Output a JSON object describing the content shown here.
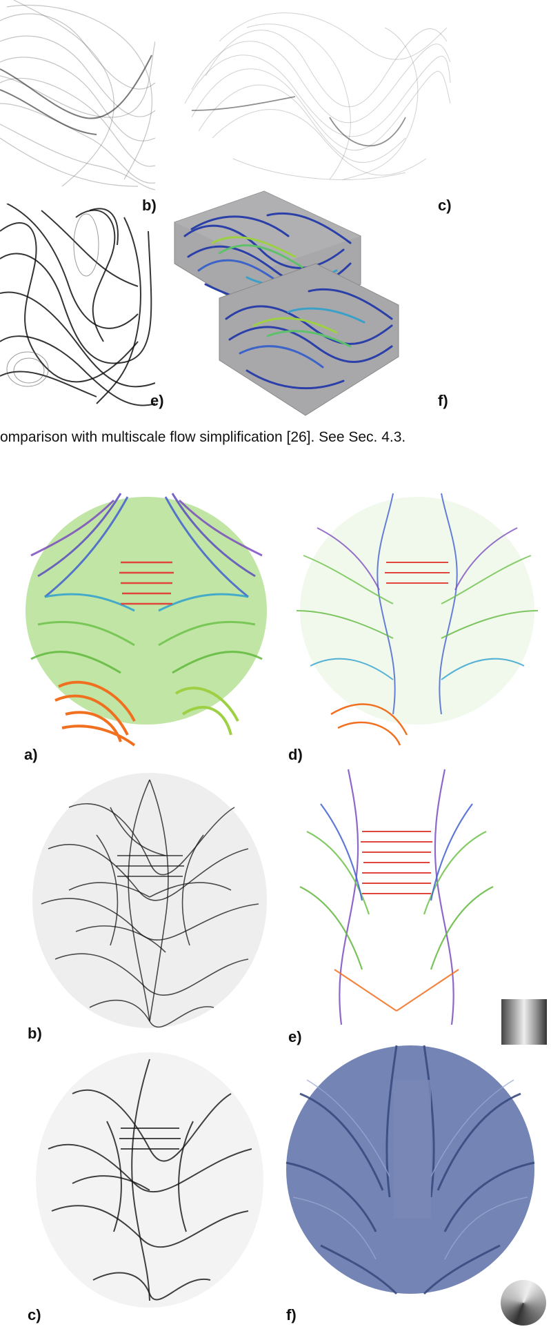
{
  "figure_top": {
    "labels": {
      "b": "b)",
      "c": "c)",
      "e": "e)",
      "f": "f)"
    },
    "caption": "omparison with multiscale flow simplification  [26]. See Sec. 4.3."
  },
  "figure_bottom": {
    "labels": {
      "a": "a)",
      "b": "b)",
      "c": "c)",
      "d": "d)",
      "e": "e)",
      "f": "f)"
    }
  },
  "colors": {
    "streamline_gray": "#7a7a7a",
    "streamline_black": "#111111",
    "box_gray": "#a8a8aa",
    "flow_blue": "#2a3fa8",
    "flow_green": "#9ed043",
    "tract_blue": "#5a6ea8",
    "tract_green": "#6cc24a",
    "tract_red": "#e0443a",
    "tract_orange": "#f07020",
    "tract_purple": "#7a4cc0"
  }
}
